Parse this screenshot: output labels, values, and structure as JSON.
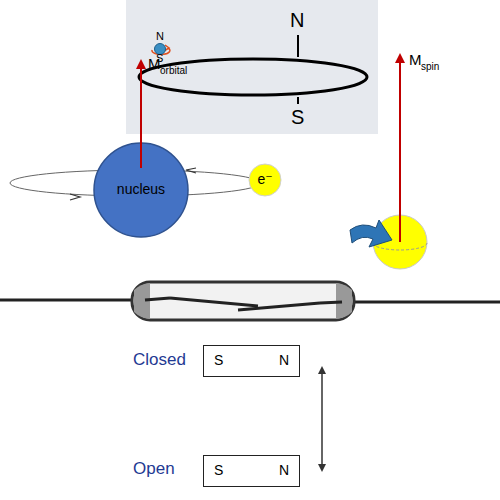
{
  "diagram": {
    "nodes": [
      {
        "text": [
          "N",
          "N",
          "S",
          "S"
        ]
      },
      {
        "text": [
          "nucleus"
        ]
      },
      {
        "text": [
          "e⁻"
        ]
      },
      {
        "text": [
          "S",
          "N"
        ]
      },
      {
        "text": [
          "S",
          "N"
        ]
      }
    ],
    "labels": [
      "M",
      "orbital",
      "M",
      "spin",
      "Closed",
      "Open"
    ]
  }
}
